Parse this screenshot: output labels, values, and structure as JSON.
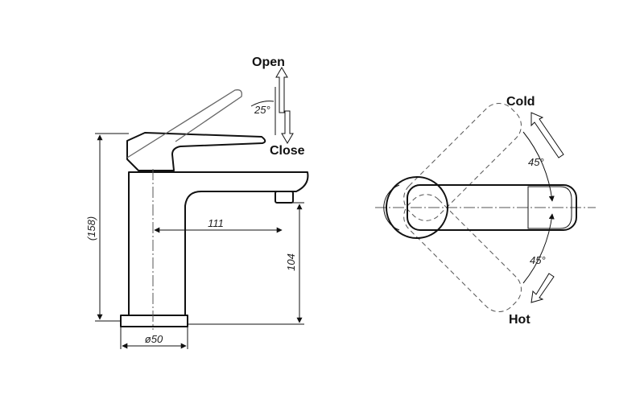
{
  "labels": {
    "open": "Open",
    "close": "Close",
    "cold": "Cold",
    "hot": "Hot"
  },
  "dimensions": {
    "lever_angle": "25°",
    "total_height": "(158)",
    "spout_reach": "111",
    "spout_height": "104",
    "base_diameter": "ø50",
    "cold_angle": "45°",
    "hot_angle": "45°"
  }
}
